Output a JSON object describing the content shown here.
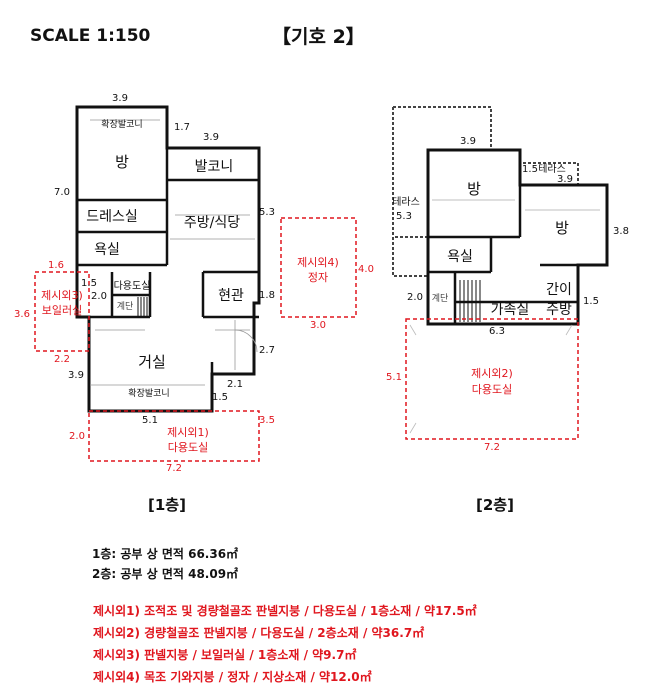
{
  "header": {
    "scale": "SCALE 1:150",
    "title": "【기호 2】"
  },
  "floor1": {
    "label": "[1층]",
    "rooms": {
      "balcony_top": "확장발코니",
      "room": "방",
      "balcony": "발코니",
      "dress": "드레스실",
      "kitchen": "주방/식당",
      "bath": "욕실",
      "storage": "다용도실",
      "stair": "계단",
      "entrance": "현관",
      "living": "거실",
      "balcony_bottom": "확장발코니"
    },
    "dims": {
      "d39_top": "3.9",
      "d17": "1.7",
      "d39_b": "3.9",
      "d70": "7.0",
      "d53": "5.3",
      "d15": "1.5",
      "d20": "2.0",
      "d18": "1.8",
      "d27": "2.7",
      "d39_l": "3.9",
      "d21": "2.1",
      "d15b": "1.5",
      "d51": "5.1"
    },
    "annex1": {
      "title": "제시외1)",
      "use": "다용도실",
      "w": "7.2",
      "h": "2.0",
      "side": "3.5"
    },
    "annex3": {
      "title": "제시외3)",
      "use": "보일러실",
      "top": "1.6",
      "h": "3.6",
      "bottom": "2.2"
    },
    "annex4": {
      "title": "제시외4)",
      "use": "정자",
      "h": "4.0",
      "w": "3.0"
    }
  },
  "floor2": {
    "label": "[2층]",
    "rooms": {
      "room1": "방",
      "terrace1": "테라스",
      "terrace2": "테라스",
      "room2": "방",
      "bath": "욕실",
      "stair": "계단",
      "family": "가족실",
      "pantry": "간이",
      "kitchen": "주방"
    },
    "dims": {
      "d39": "3.9",
      "d15": "1.5",
      "d39b": "3.9",
      "d53": "5.3",
      "d38": "3.8",
      "d20": "2.0",
      "d15b": "1.5",
      "d63": "6.3"
    },
    "annex2": {
      "title": "제시외2)",
      "use": "다용도실",
      "h": "5.1",
      "w": "7.2"
    }
  },
  "areas": [
    "1층: 공부 상 면적 66.36㎡",
    "2층: 공부 상 면적 48.09㎡"
  ],
  "notes": [
    "제시외1) 조적조 및 경량철골조 판넬지붕 / 다용도실 / 1층소재 / 약17.5㎡",
    "제시외2) 경량철골조 판넬지붕 /  다용도실 / 2층소재 / 약36.7㎡",
    "제시외3) 판넬지붕 / 보일러실 / 1층소재 / 약9.7㎡",
    "제시외4) 목조 기와지붕 / 정자 / 지상소재 / 약12.0㎡"
  ],
  "colors": {
    "annex": "#e0161e",
    "wall": "#111111",
    "thin": "#888888"
  }
}
